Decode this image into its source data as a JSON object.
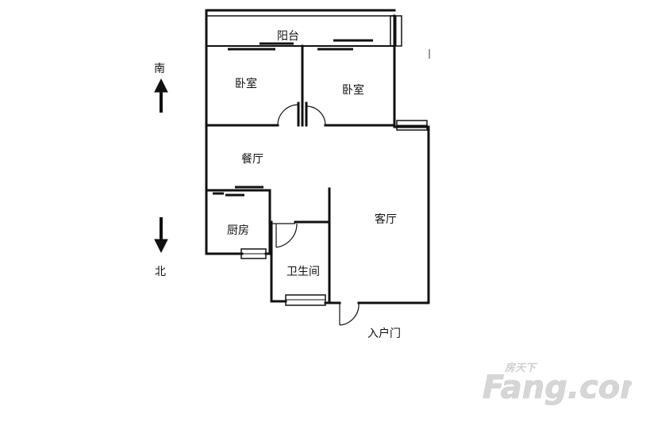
{
  "rooms": {
    "balcony": "阳台",
    "bedroom_1": "卧室",
    "bedroom_2": "卧室",
    "dining": "餐厅",
    "kitchen": "厨房",
    "living": "客厅",
    "bathroom": "卫生间",
    "entrance": "入户门"
  },
  "compass": {
    "south": "南",
    "north": "北"
  },
  "watermark": {
    "brand": "Fang.com",
    "cn": "房天下"
  },
  "colors": {
    "wall": "#111111",
    "window": "#555555",
    "watermark": "#d9d9d9"
  }
}
